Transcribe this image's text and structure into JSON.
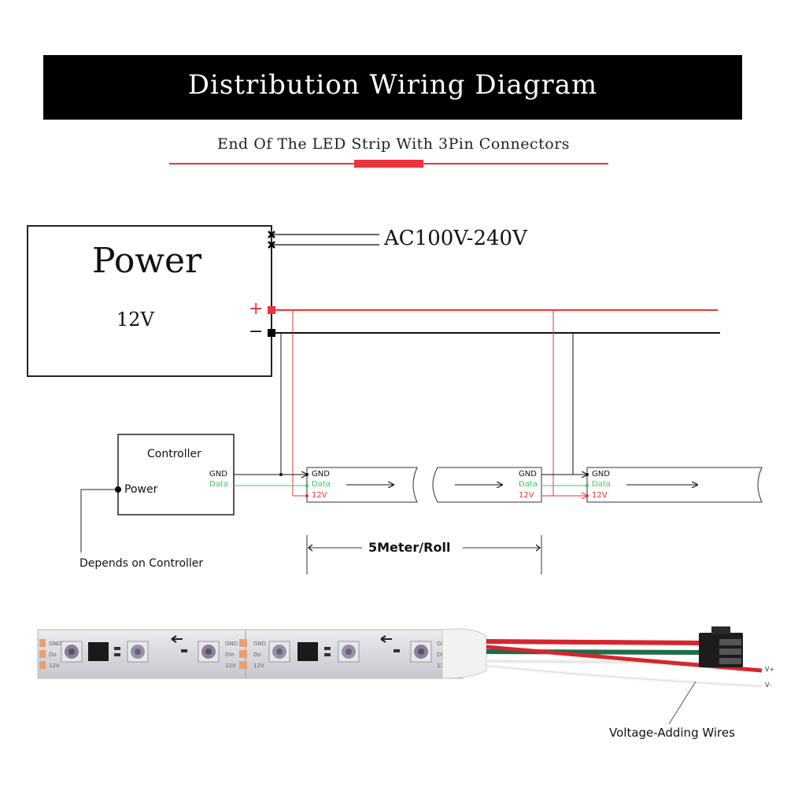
{
  "title": "Distribution Wiring Diagram",
  "subtitle": "End Of The LED Strip With 3Pin Connectors",
  "power_supply": {
    "label": "Power",
    "voltage": "12V",
    "ac_input": "AC100V-240V",
    "plus": "+",
    "minus": "−"
  },
  "controller": {
    "label": "Controller",
    "power_label": "Power",
    "note": "Depends on Controller",
    "gnd": "GND",
    "data": "Data"
  },
  "strip_pins": {
    "gnd": "GND",
    "data": "Data",
    "v12": "12V"
  },
  "length_label": "5Meter/Roll",
  "photo": {
    "wire_vplus": "V+",
    "wire_vminus": "V-",
    "callout": "Voltage-Adding Wires"
  },
  "colors": {
    "red": "#e8343a",
    "green": "#3ec95a",
    "black": "#111111"
  }
}
